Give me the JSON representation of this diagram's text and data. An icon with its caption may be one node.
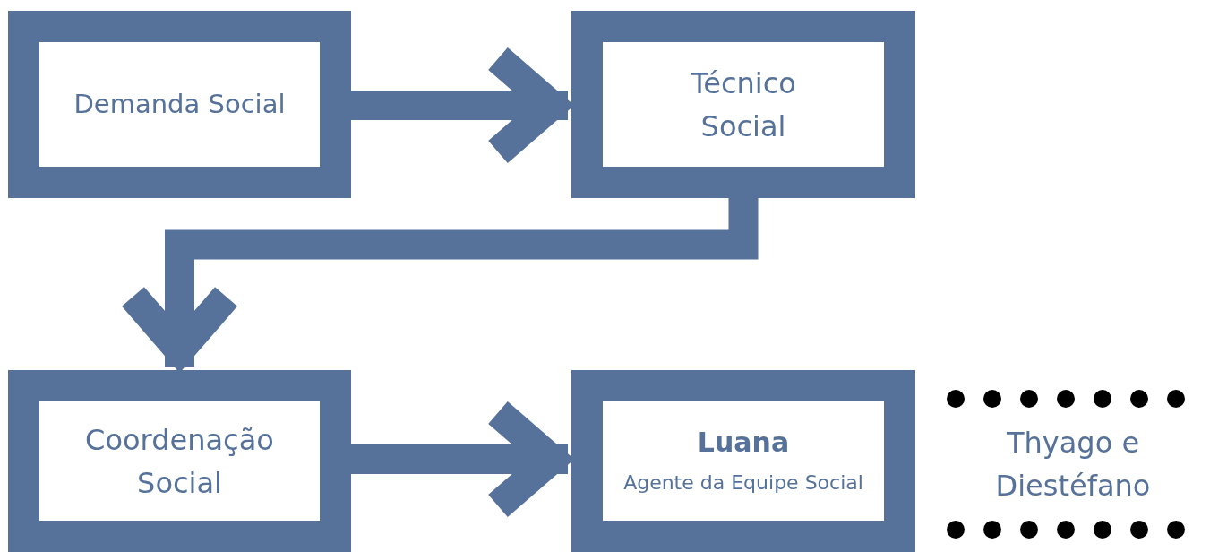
{
  "diagram": {
    "nodes": [
      {
        "text": [
          "Demanda Social"
        ]
      },
      {
        "text": [
          "Técnico Social"
        ]
      },
      {
        "text": [
          "Coordenação Social"
        ]
      },
      {
        "text": [
          "Luana",
          "Agente da Equipe Social"
        ]
      },
      {
        "text": [
          "Thyago e Diestéfano"
        ]
      }
    ],
    "edges": [
      {
        "from": 0,
        "to": 1,
        "arrow": "to"
      },
      {
        "from": 1,
        "to": 2,
        "arrow": "to"
      },
      {
        "from": 2,
        "to": 3,
        "arrow": "to"
      }
    ]
  }
}
